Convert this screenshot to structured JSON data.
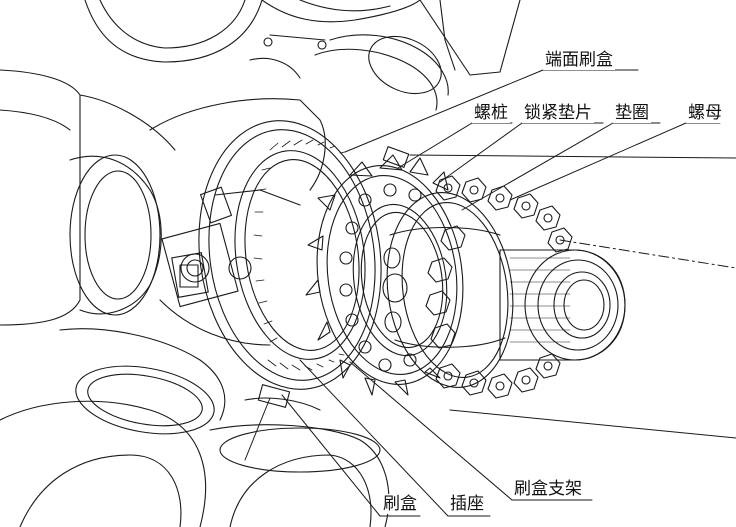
{
  "labels": {
    "end_brush_box": "端面刷盒",
    "stud": "螺桩",
    "lock_washer": "锁紧垫片",
    "washer": "垫圈",
    "nut": "螺母",
    "brush_box": "刷盒",
    "socket": "插座",
    "brush_box_bracket": "刷盒支架"
  },
  "colors": {
    "line": "#1a1a1a",
    "background": "#ffffff"
  }
}
